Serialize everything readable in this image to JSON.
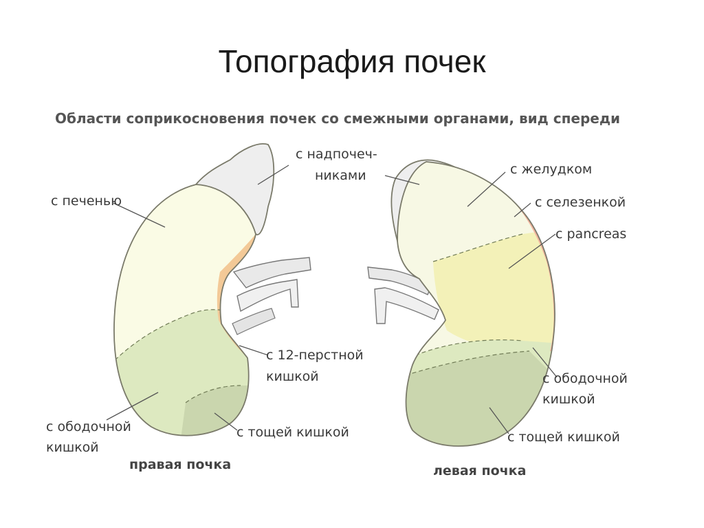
{
  "title": "Топография почек",
  "subtitle": "Области соприкосновения почек со смежными органами, вид спереди",
  "colors": {
    "liver": "#fafbe5",
    "colon": "#dde9c0",
    "jejunum": "#cad6ae",
    "duodenum": "#f3c997",
    "adrenal": "#eeeeee",
    "stomach": "#f7f8e4",
    "spleen": "#f2b49e",
    "pancreas": "#f3f1b8"
  },
  "labels": {
    "adrenal_1": "с надпочеч-",
    "adrenal_2": "никами",
    "liver": "с печенью",
    "stomach": "с желудком",
    "spleen": "с селезенкой",
    "pancreas": "с pancreas",
    "duodenum_1": "с 12-перстной",
    "duodenum_2": "кишкой",
    "colon_right_1": "с ободочной",
    "colon_right_2": "кишкой",
    "jejunum_right": "с тощей кишкой",
    "colon_left_1": "с ободочной",
    "colon_left_2": "кишкой",
    "jejunum_left": "с тощей кишкой",
    "right_kidney": "правая почка",
    "left_kidney": "левая почка"
  }
}
